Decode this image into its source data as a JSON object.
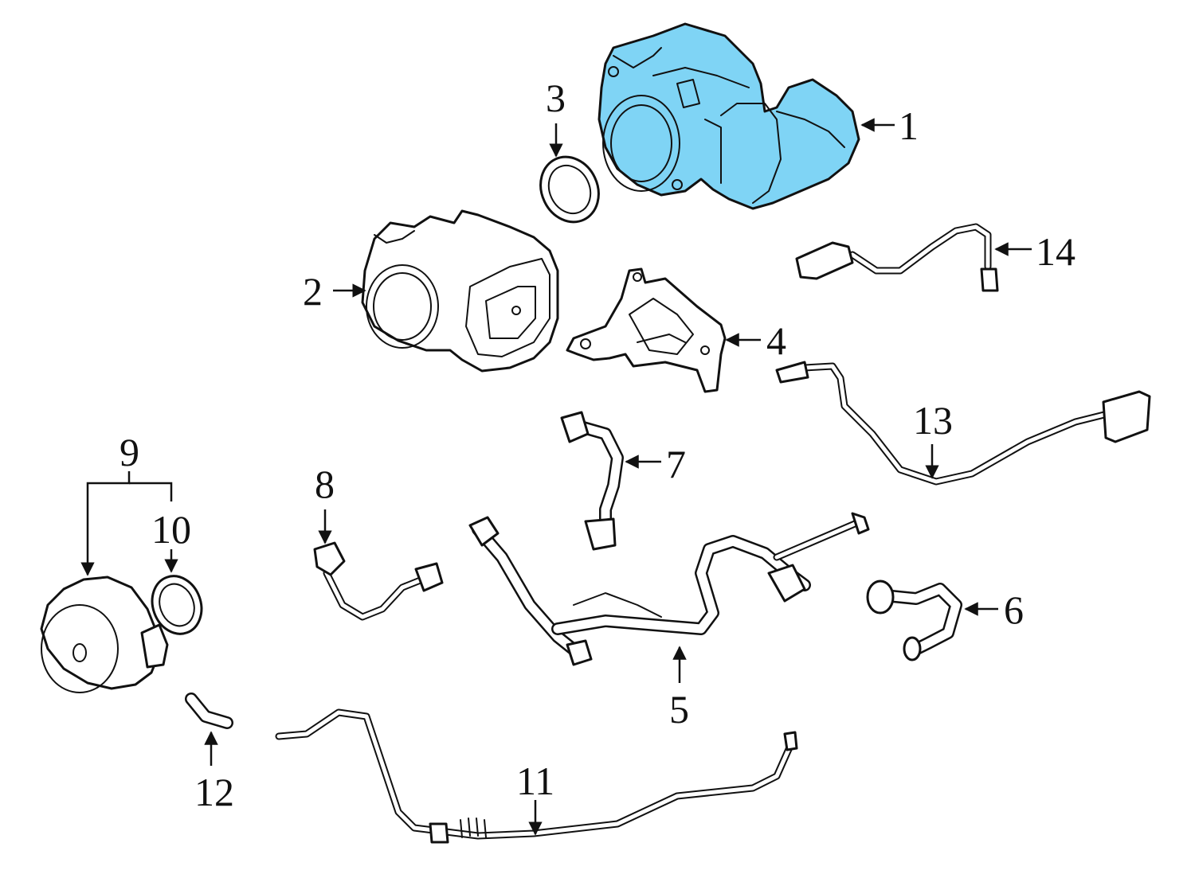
{
  "highlight_color": "#7fd4f5",
  "line_color": "#111111",
  "callouts": {
    "c1": "1",
    "c2": "2",
    "c3": "3",
    "c4": "4",
    "c5": "5",
    "c6": "6",
    "c7": "7",
    "c8": "8",
    "c9": "9",
    "c10": "10",
    "c11": "11",
    "c12": "12",
    "c13": "13",
    "c14": "14"
  }
}
